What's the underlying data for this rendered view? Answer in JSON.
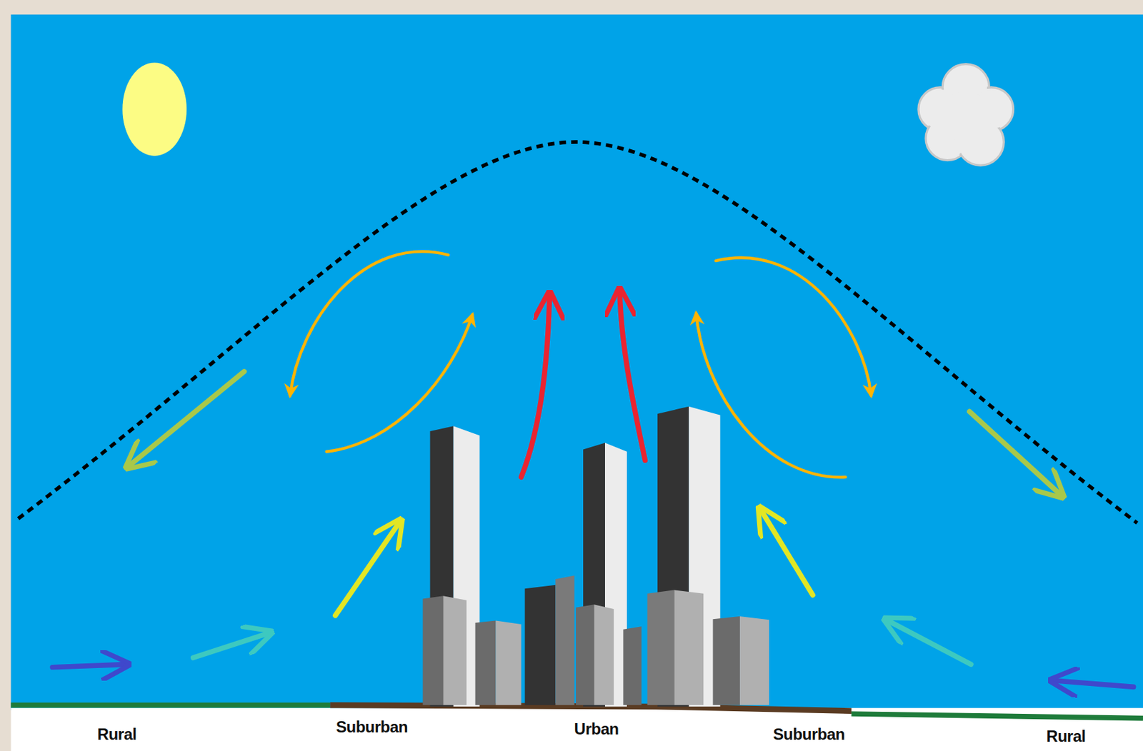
{
  "diagram": {
    "labels": [
      "Rural",
      "Suburban",
      "Urban",
      "Suburban",
      "Rural"
    ]
  }
}
